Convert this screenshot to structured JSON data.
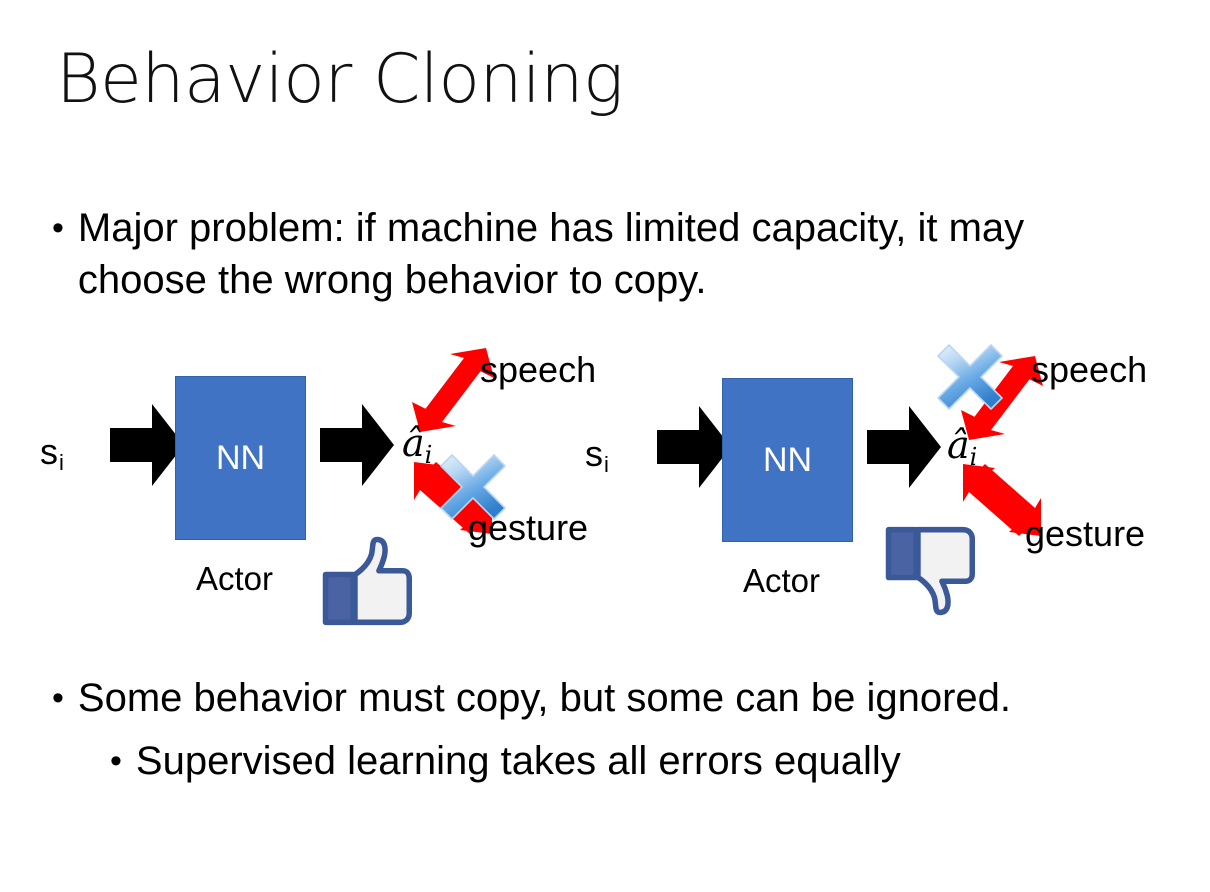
{
  "slide": {
    "title": "Behavior Cloning",
    "background_color": "#ffffff",
    "text_color": "#000000"
  },
  "bullets": {
    "mark": "•",
    "top": "Major problem: if machine has limited capacity, it may choose the wrong behavior to copy.",
    "bottom_1": "Some behavior must copy, but some can be ignored.",
    "bottom_2": "Supervised learning takes all errors equally"
  },
  "colors": {
    "nn_box_fill": "#4173c4",
    "nn_box_border": "#3163ac",
    "nn_text": "#ffffff",
    "arrow_black": "#000000",
    "arrow_red": "#ff0000",
    "x_blue_light": "#d4e6f8",
    "x_blue_dark": "#3b8cd9",
    "thumb_outline": "#3b5998",
    "thumb_fill": "#f0f0f0"
  },
  "diagrams": [
    {
      "id": "left",
      "state_label": "s",
      "state_subscript": "i",
      "box_label": "NN",
      "box_caption": "Actor",
      "action_label": "â",
      "action_subscript": "i",
      "upper_branch_label": "speech",
      "lower_branch_label": "gesture",
      "crossed_branch": "gesture",
      "feedback_icon": "thumbs-up-icon",
      "feedback_value": "positive"
    },
    {
      "id": "right",
      "state_label": "s",
      "state_subscript": "i",
      "box_label": "NN",
      "box_caption": "Actor",
      "action_label": "â",
      "action_subscript": "i",
      "upper_branch_label": "speech",
      "lower_branch_label": "gesture",
      "crossed_branch": "speech",
      "feedback_icon": "thumbs-down-icon",
      "feedback_value": "negative"
    }
  ]
}
